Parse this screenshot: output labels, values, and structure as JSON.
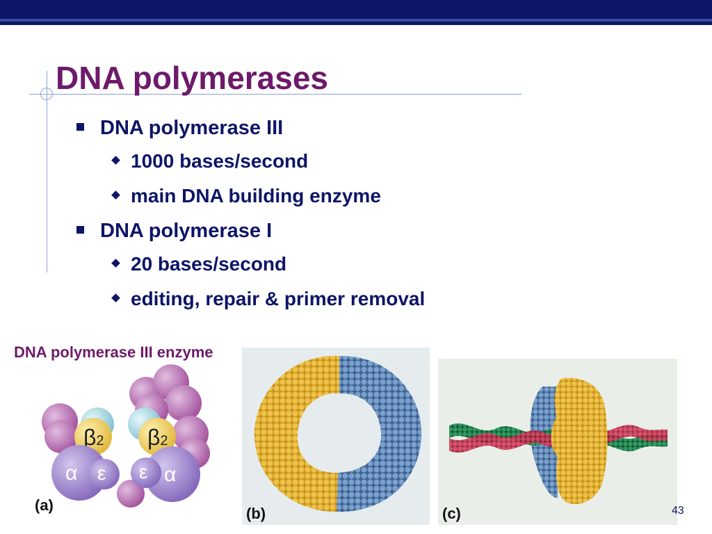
{
  "slide": {
    "title": "DNA polymerases",
    "bullets": [
      {
        "text": "DNA polymerase III",
        "sub": [
          "1000 bases/second",
          "main DNA building enzyme"
        ]
      },
      {
        "text": "DNA polymerase I",
        "sub": [
          "20 bases/second",
          "editing, repair & primer removal"
        ]
      }
    ],
    "figure_caption": "DNA polymerase III enzyme",
    "panel_labels": {
      "a": "(a)",
      "b": "(b)",
      "c": "(c)"
    },
    "subunit_labels": {
      "beta": "β",
      "two": "2",
      "alpha": "α",
      "epsilon": "ε"
    },
    "page_number": "43"
  },
  "colors": {
    "title": "#6d1a6a",
    "text": "#0d1566",
    "topbar": "#0d1566",
    "alpha_subunit": "#9a7bc0",
    "beta_subunit": "#f2cf5a",
    "tau_subunit": "#b06aa8",
    "protein_gold": "#d8a628",
    "protein_blue": "#5a7fb0",
    "dna_red": "#c22a4a",
    "dna_green": "#1f7a4a"
  }
}
